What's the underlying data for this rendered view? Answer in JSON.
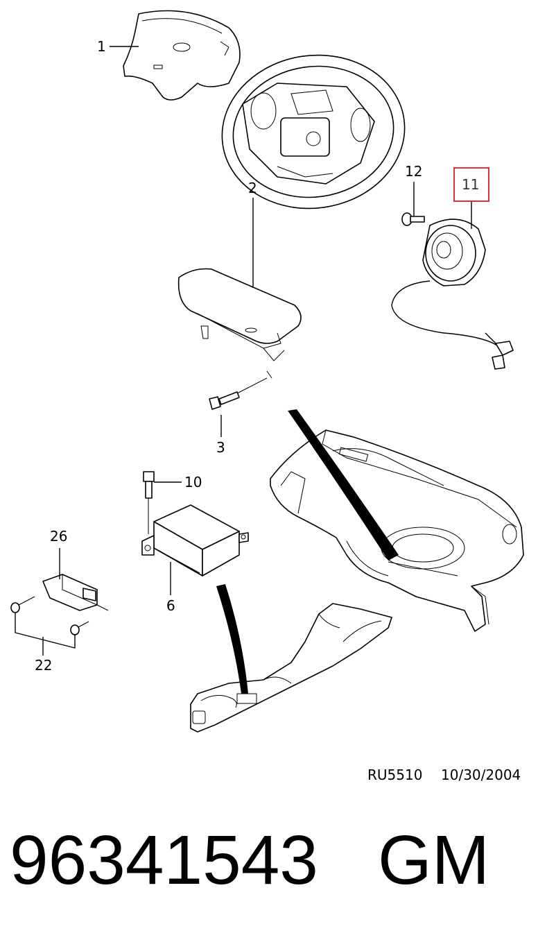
{
  "callouts": {
    "c1": "1",
    "c2": "2",
    "c3": "3",
    "c6": "6",
    "c10": "10",
    "c11": "11",
    "c12": "12",
    "c22": "22",
    "c26": "26"
  },
  "highlight_color": "#e0303a",
  "reference": {
    "code": "RU5510",
    "date": "10/30/2004"
  },
  "part_number": "96341543",
  "brand": "GM"
}
